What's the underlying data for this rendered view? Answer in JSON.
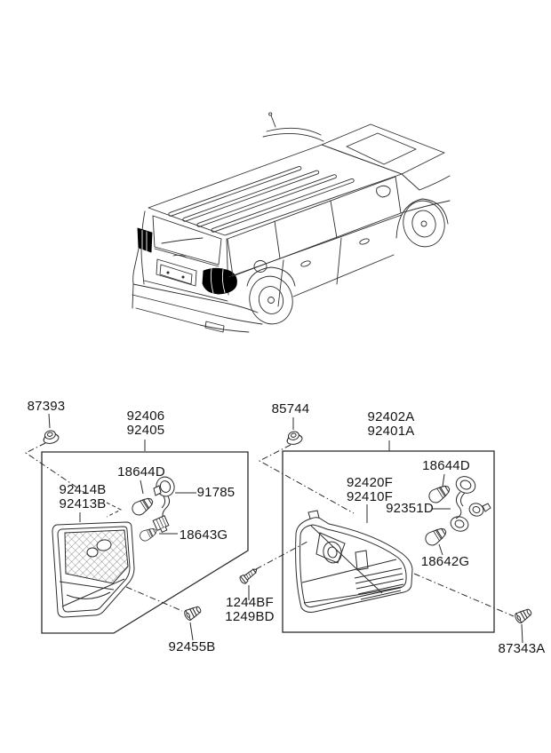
{
  "diagram": {
    "title": "Rear combination lamp exploded parts diagram",
    "colors": {
      "background": "#ffffff",
      "line": "#2b2b2b",
      "lamp_highlight": "#000000"
    },
    "vehicle": {
      "icon": "suv-rear-isometric-illustration"
    },
    "parts": {
      "nut_87393": {
        "label": "87393"
      },
      "inner_lamp_assembly": {
        "label": "92406\n92405"
      },
      "nut_85744": {
        "label": "85744"
      },
      "outer_lamp_assembly": {
        "label": "92402A\n92401A"
      },
      "bulb_inner_18644D": {
        "label": "18644D"
      },
      "holder_91785": {
        "label": "91785"
      },
      "bulb_18643G": {
        "label": "18643G"
      },
      "inner_lens": {
        "label": "92414B\n92413B"
      },
      "grommet_92455B": {
        "label": "92455B"
      },
      "screw_1244": {
        "label": "1244BF\n1249BD"
      },
      "outer_lens": {
        "label": "92420F\n92410F"
      },
      "bulb_outer_18644D": {
        "label": "18644D"
      },
      "holder_92351D": {
        "label": "92351D"
      },
      "bulb_18642G": {
        "label": "18642G"
      },
      "grommet_87343A": {
        "label": "87343A"
      }
    }
  }
}
